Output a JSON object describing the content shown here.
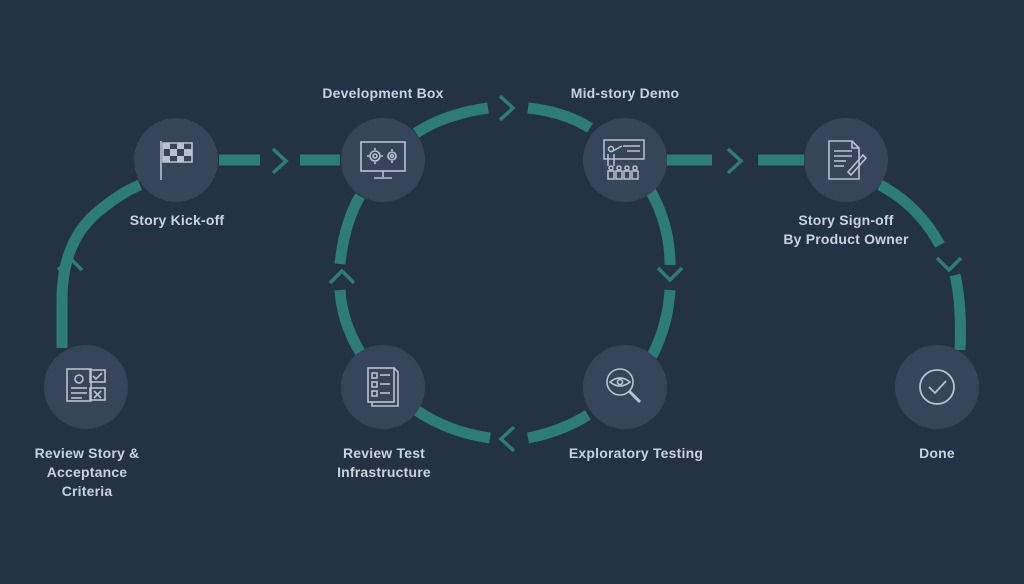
{
  "colors": {
    "background": "#243246",
    "track": "#2c7c7a",
    "node": "#364559",
    "icon": "#b8c2d0",
    "label": "#c9d2de"
  },
  "steps": [
    {
      "id": "review-story",
      "icon": "document-chat-icon",
      "label": [
        "Review Story &",
        "Acceptance",
        "Criteria"
      ]
    },
    {
      "id": "kickoff",
      "icon": "checkered-flag-icon",
      "label": [
        "Story Kick-off"
      ]
    },
    {
      "id": "dev-box",
      "icon": "monitor-gears-icon",
      "label": [
        "Development Box"
      ]
    },
    {
      "id": "demo",
      "icon": "presentation-board-icon",
      "label": [
        "Mid-story Demo"
      ]
    },
    {
      "id": "exploratory",
      "icon": "magnifier-eye-icon",
      "label": [
        "Exploratory Testing"
      ]
    },
    {
      "id": "review-test",
      "icon": "checklist-icon",
      "label": [
        "Review Test",
        "Infrastructure"
      ]
    },
    {
      "id": "signoff",
      "icon": "signed-document-icon",
      "label": [
        "Story Sign-off",
        "By Product Owner"
      ]
    },
    {
      "id": "done",
      "icon": "check-circle-icon",
      "label": [
        "Done"
      ]
    }
  ]
}
